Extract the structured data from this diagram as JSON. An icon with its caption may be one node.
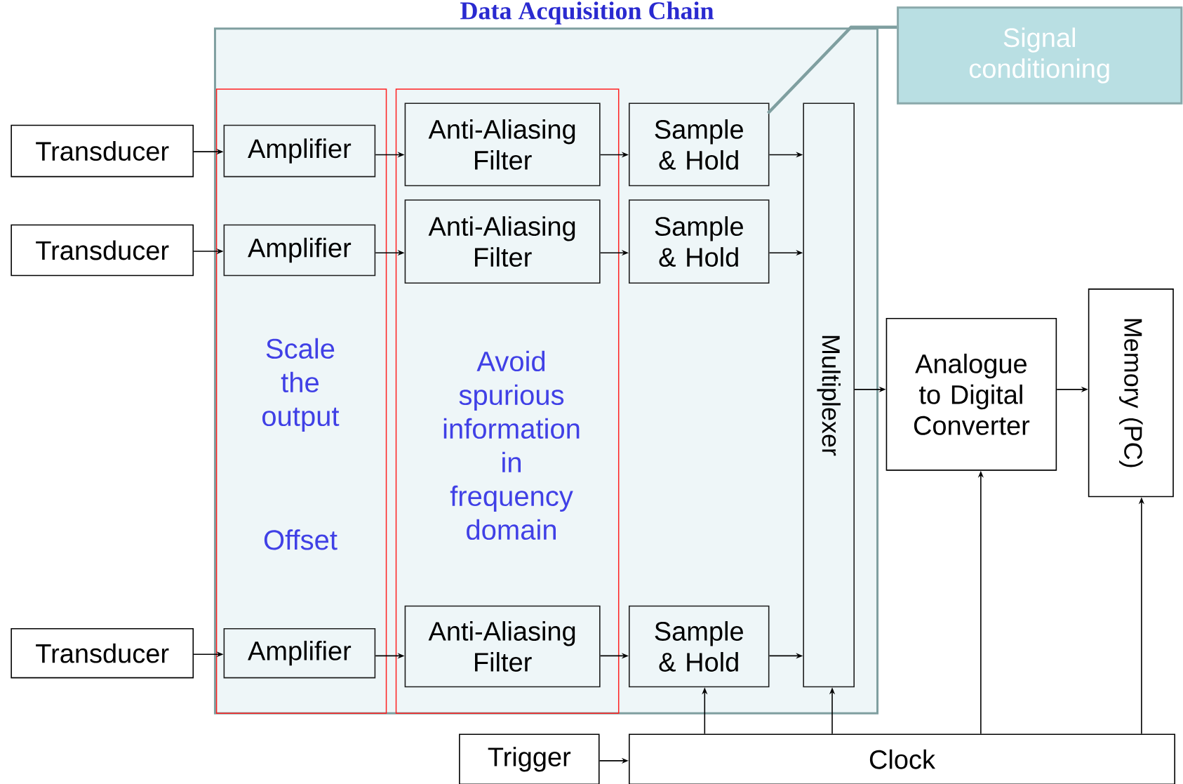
{
  "diagram": {
    "title": "Data Acquisition Chain",
    "nodes": [
      {
        "text": [],
        "shape": "box"
      },
      {
        "text": [
          "Signal conditioning"
        ]
      },
      {
        "text": [
          "Scale the output",
          "Offset"
        ],
        "in": 0
      },
      {
        "text": [
          "Avoid spurious information in frequency domain"
        ],
        "in": 0
      },
      {
        "text": [
          "Transducer"
        ]
      },
      {
        "text": [
          "Amplifier"
        ],
        "in": 2
      },
      {
        "text": [
          "Anti-Aliasing Filter"
        ],
        "in": 3
      },
      {
        "text": [
          "Sample & Hold"
        ],
        "in": 0
      },
      {
        "text": [
          "Multiplexer"
        ],
        "in": 0
      },
      {
        "text": [
          "Transducer"
        ]
      },
      {
        "text": [
          "Amplifier"
        ],
        "in": 2
      },
      {
        "text": [
          "Anti-Aliasing Filter"
        ],
        "in": 3
      },
      {
        "text": [
          "Sample & Hold"
        ],
        "in": 0
      },
      {
        "text": [
          "Analogue to Digital Converter"
        ]
      },
      {
        "text": [
          "Memory (PC)"
        ]
      },
      {
        "text": [
          "Transducer"
        ]
      },
      {
        "text": [
          "Amplifier"
        ],
        "in": 2
      },
      {
        "text": [
          "Anti-Aliasing Filter"
        ],
        "in": 3
      },
      {
        "text": [
          "Sample & Hold"
        ],
        "in": 0
      },
      {
        "text": [
          "Trigger"
        ]
      },
      {
        "text": [
          "Clock"
        ]
      }
    ],
    "edges": [
      {
        "from": 4,
        "to": 5,
        "arrow": "to"
      },
      {
        "from": 5,
        "to": 6,
        "arrow": "to"
      },
      {
        "from": 6,
        "to": 7,
        "arrow": "to"
      },
      {
        "from": 7,
        "to": 8,
        "arrow": "to"
      },
      {
        "from": 9,
        "to": 10,
        "arrow": "to"
      },
      {
        "from": 10,
        "to": 11,
        "arrow": "to"
      },
      {
        "from": 11,
        "to": 12,
        "arrow": "to"
      },
      {
        "from": 12,
        "to": 8,
        "arrow": "to"
      },
      {
        "from": 15,
        "to": 16,
        "arrow": "to"
      },
      {
        "from": 16,
        "to": 17,
        "arrow": "to"
      },
      {
        "from": 17,
        "to": 18,
        "arrow": "to"
      },
      {
        "from": 18,
        "to": 8,
        "arrow": "to"
      },
      {
        "from": 8,
        "to": 13,
        "arrow": "to"
      },
      {
        "from": 13,
        "to": 14,
        "arrow": "to"
      },
      {
        "from": 19,
        "to": 20,
        "arrow": "to"
      },
      {
        "from": 20,
        "to": 18,
        "arrow": "to"
      },
      {
        "from": 20,
        "to": 8,
        "arrow": "to"
      },
      {
        "from": 20,
        "to": 13,
        "arrow": "to"
      },
      {
        "from": 20,
        "to": 14,
        "arrow": "to"
      },
      {
        "from": 1,
        "to": 0,
        "arrow": "none",
        "style": "thick",
        "color": "#7f9fa0"
      }
    ]
  }
}
